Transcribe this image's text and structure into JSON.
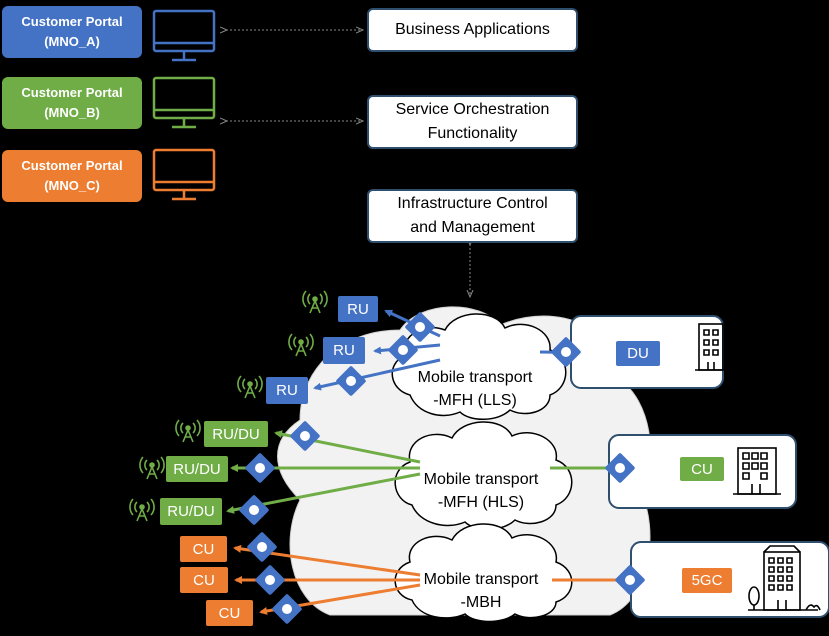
{
  "colors": {
    "mno_a": "#4472c4",
    "mno_b": "#70ad47",
    "mno_c": "#ed7d31"
  },
  "portals": [
    {
      "label": "Customer Portal\n(MNO_A)",
      "color": "#4472c4"
    },
    {
      "label": "Customer Portal\n(MNO_B)",
      "color": "#70ad47"
    },
    {
      "label": "Customer Portal\n(MNO_C)",
      "color": "#ed7d31"
    }
  ],
  "layers": {
    "business": "Business Applications",
    "orchestration": "Service Orchestration\nFunctionality",
    "infrastructure": "Infrastructure Control\nand Management"
  },
  "clouds": {
    "mfh_lls": "Mobile transport\n-MFH (LLS)",
    "mfh_hls": "Mobile transport\n-MFH (HLS)",
    "mbh": "Mobile transport\n-MBH"
  },
  "edge_nodes": {
    "ru": [
      "RU",
      "RU",
      "RU"
    ],
    "ru_du": [
      "RU/DU",
      "RU/DU",
      "RU/DU"
    ],
    "cu": [
      "CU",
      "CU",
      "CU"
    ]
  },
  "sites": {
    "du": "DU",
    "cu": "CU",
    "core": "5GC"
  },
  "icons": {
    "monitor": "monitor-icon",
    "antenna": "antenna-icon",
    "building": "building-icon",
    "connector": "diamond-connector-icon"
  }
}
